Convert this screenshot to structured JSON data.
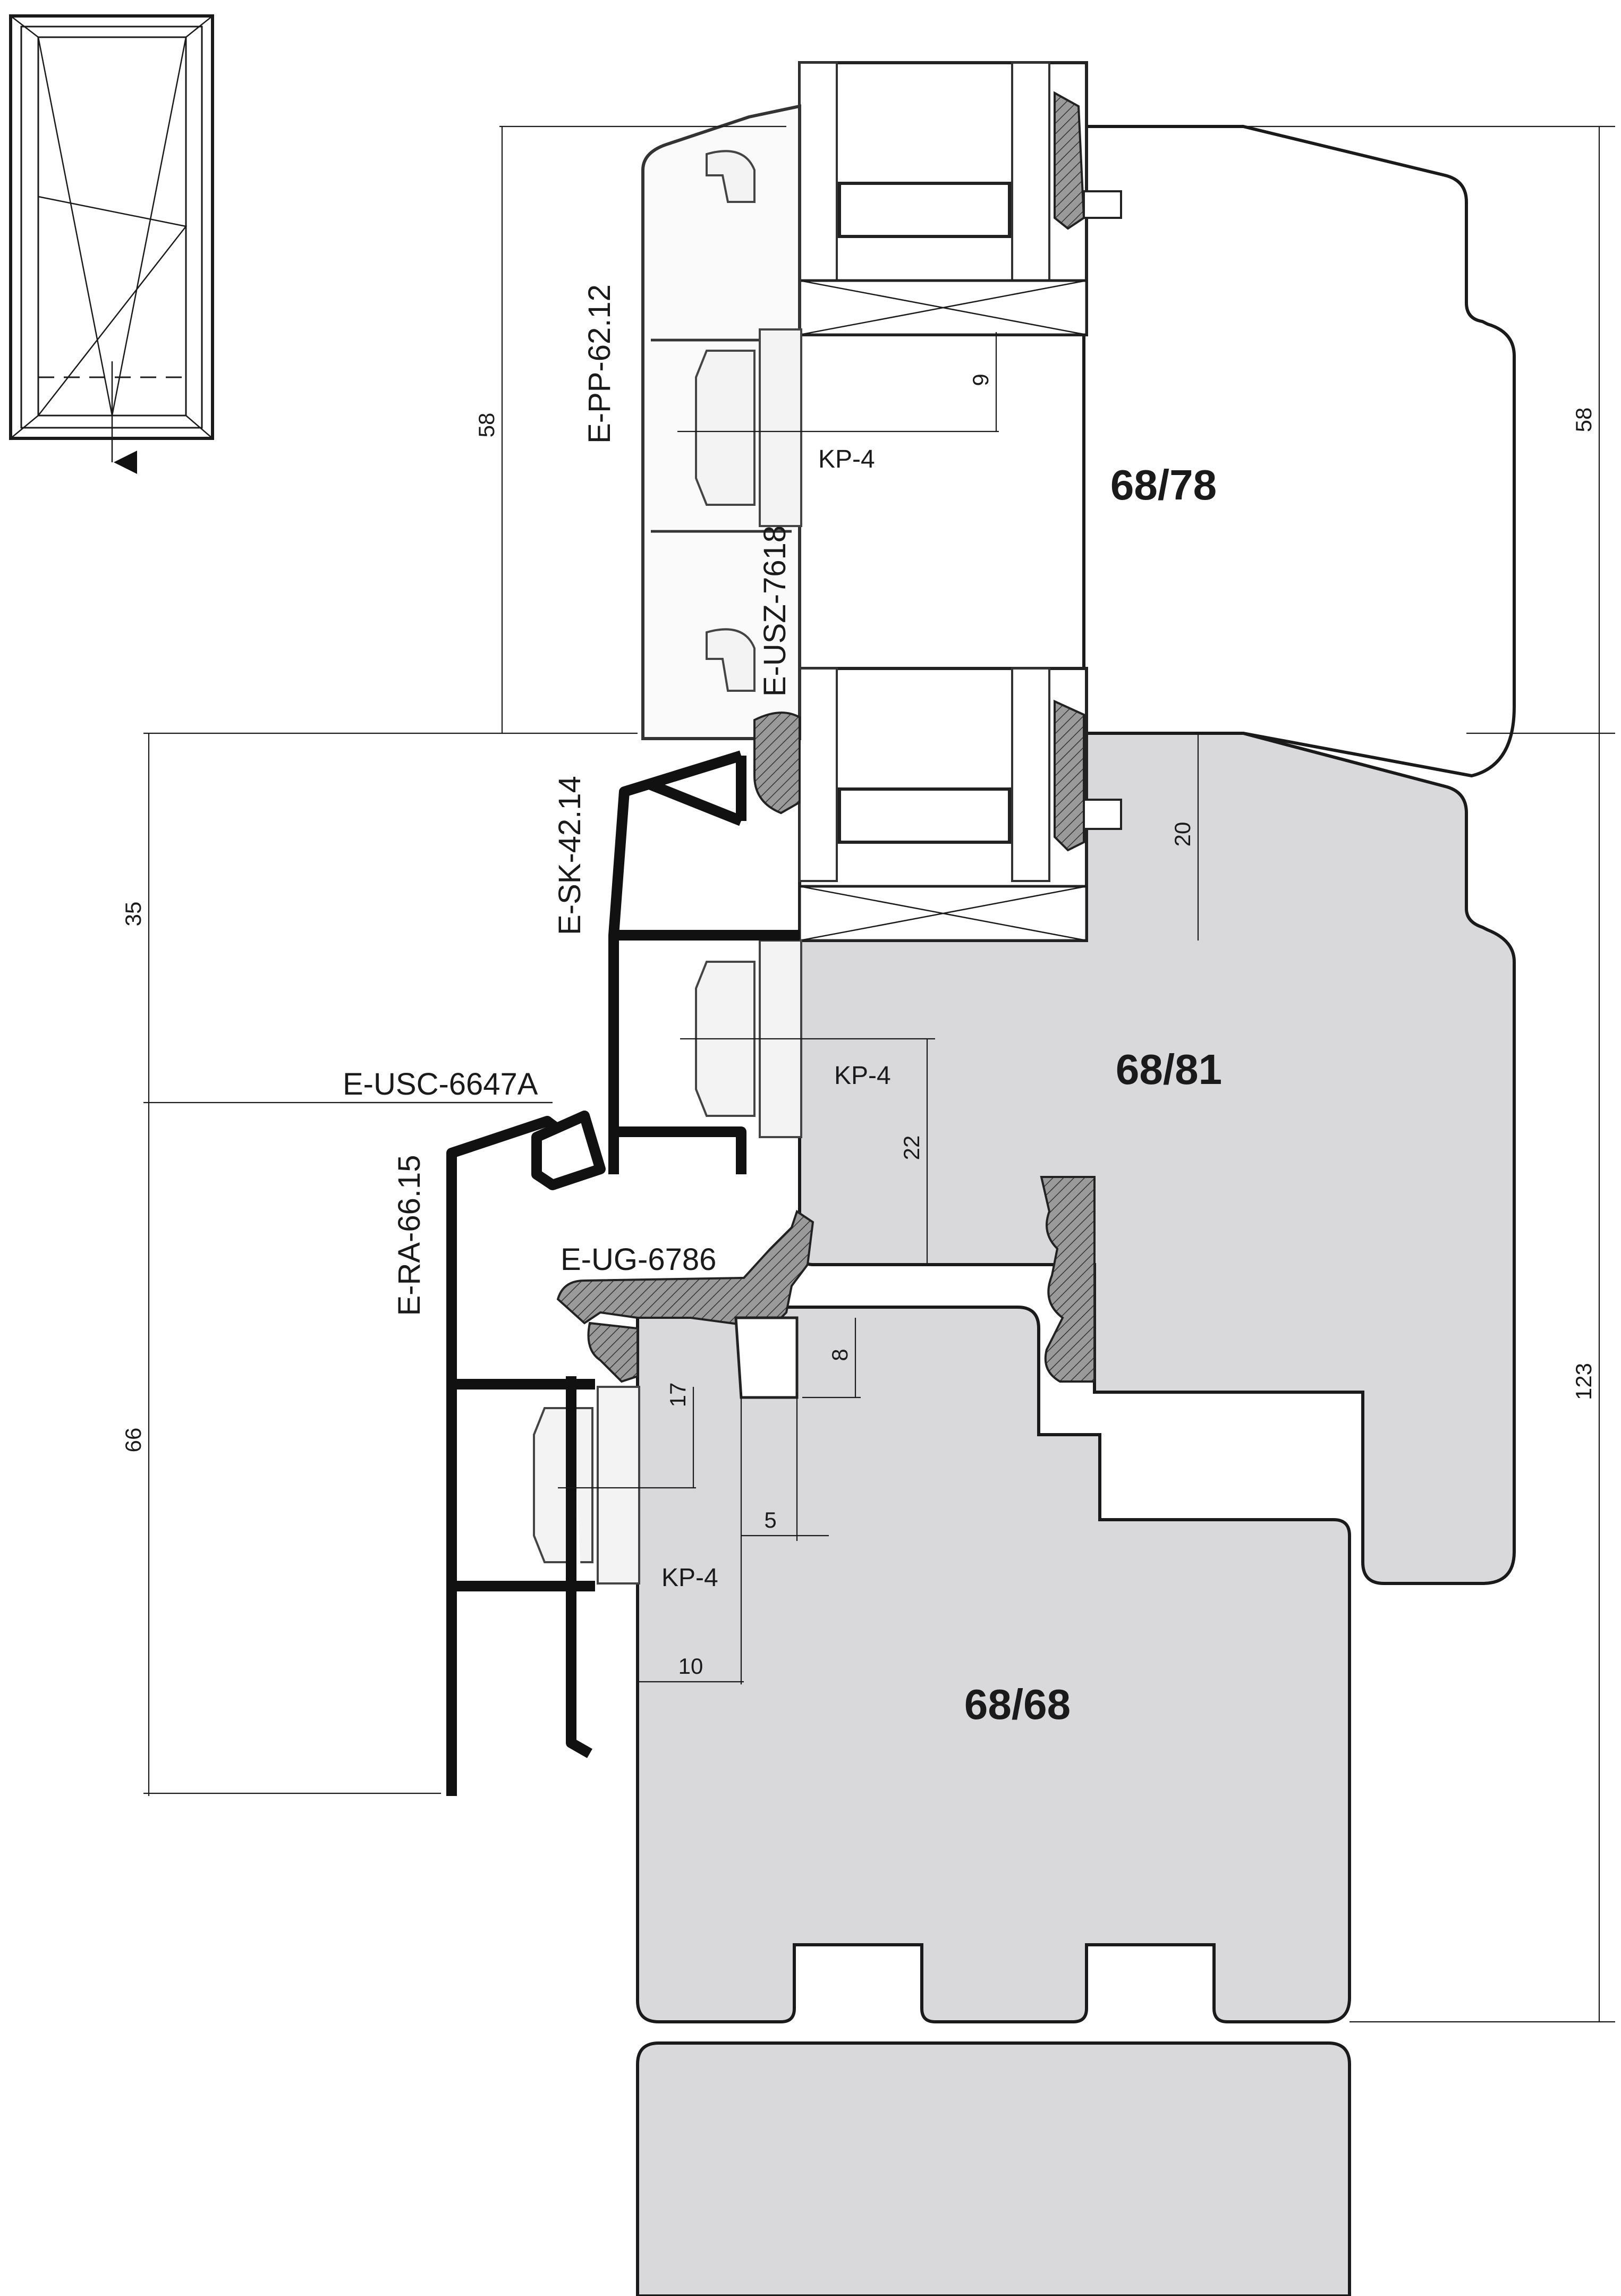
{
  "diagram": {
    "sections": [
      {
        "id": "top",
        "label": "68/78"
      },
      {
        "id": "middle",
        "label": "68/81"
      },
      {
        "id": "bottom",
        "label": "68/68"
      }
    ],
    "profiles": {
      "e_pp": "E-PP-62.12",
      "e_usz": "E-USZ-7618",
      "e_sk": "E-SK-42.14",
      "e_usc": "E-USC-6647A",
      "e_ra": "E-RA-66.15",
      "e_ug": "E-UG-6786"
    },
    "clips": {
      "kp_top": "KP-4",
      "kp_middle": "KP-4",
      "kp_bottom": "KP-4"
    },
    "dimensions": {
      "left_58": "58",
      "left_35": "35",
      "left_66": "66",
      "right_58": "58",
      "right_123": "123",
      "d9": "9",
      "d20": "20",
      "d22": "22",
      "d17": "17",
      "d8": "8",
      "d5": "5",
      "d10": "10"
    },
    "colors": {
      "wood_fill": "#d9d9db",
      "aluminium": "#111111",
      "seal": "#8a8a8a"
    }
  }
}
